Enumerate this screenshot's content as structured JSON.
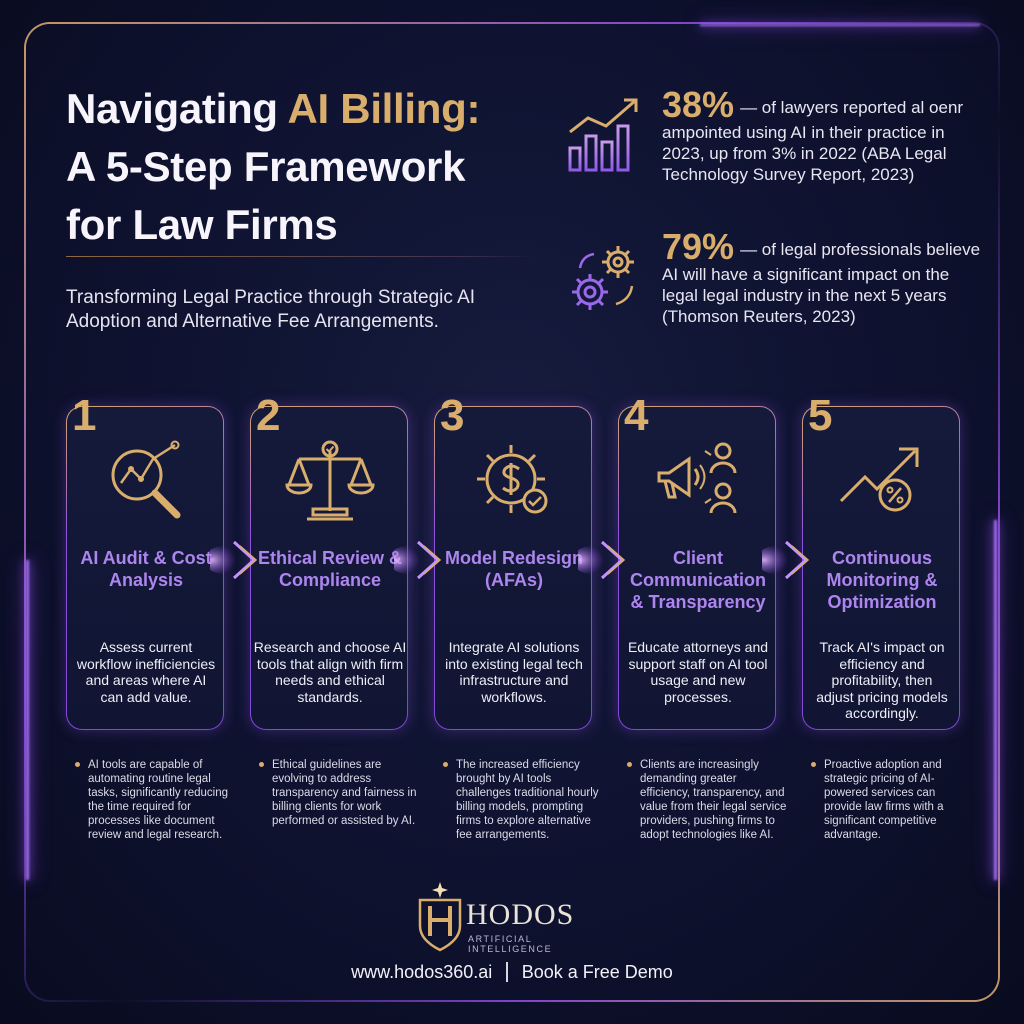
{
  "title": {
    "line1_pre": "Navigating ",
    "line1_gold": "AI Billing:",
    "line2": "A 5-Step Framework",
    "line3": "for Law Firms"
  },
  "subtitle": "Transforming Legal Practice through Strategic AI Adoption and Alternative Fee Arrangements.",
  "stats": [
    {
      "icon": "bar-chart-growth-icon",
      "percent": "38%",
      "text": "— of lawyers reported al oenr ampointed using AI in their practice in 2023, up from 3% in 2022 (ABA Legal Technology Survey Report, 2023)"
    },
    {
      "icon": "gears-icon",
      "percent": "79%",
      "text": "— of legal professionals believe AI will have a significant impact on the legal legal industry in the next 5 years (Thomson Reuters, 2023)"
    }
  ],
  "steps": [
    {
      "number": "1",
      "icon": "magnifier-chart-icon",
      "title": "AI Audit & Cost Analysis",
      "description": "Assess current workflow inefficiencies and areas where AI can add value.",
      "bullet": "AI tools are capable of automating routine legal tasks, significantly reducing the time required for processes like document review and legal research."
    },
    {
      "number": "2",
      "icon": "scales-of-justice-icon",
      "title": "Ethical Review & Compliance",
      "description": "Research and choose AI tools that align with firm needs and ethical standards.",
      "bullet": "Ethical guidelines are evolving to address transparency and fairness in billing clients for work performed or assisted by AI."
    },
    {
      "number": "3",
      "icon": "dollar-gear-icon",
      "title": "Model Redesign (AFAs)",
      "description": "Integrate AI solutions into existing legal tech infrastructure and workflows.",
      "bullet": "The increased efficiency brought by AI tools challenges traditional hourly billing models, prompting firms to explore alternative fee arrangements."
    },
    {
      "number": "4",
      "icon": "megaphone-people-icon",
      "title": "Client Communication & Transparency",
      "description": "Educate attorneys and support staff on AI tool usage and new processes.",
      "bullet": "Clients are increasingly demanding greater efficiency, transparency, and value from their legal service providers, pushing firms to adopt technologies like AI."
    },
    {
      "number": "5",
      "icon": "trend-arrow-percent-icon",
      "title": "Continuous Monitoring & Optimization",
      "description": "Track AI's impact on efficiency and profitability, then adjust pricing models accordingly.",
      "bullet": "Proactive adoption and strategic pricing of AI-powered services can provide law firms with a significant competitive advantage."
    }
  ],
  "brand": {
    "name": "HODOS",
    "tagline": "ARTIFICIAL INTELLIGENCE"
  },
  "footer": {
    "website": "www.hodos360.ai",
    "cta": "Book a Free Demo"
  },
  "colors": {
    "gold": "#d9ae6c",
    "purple": "#ad85ee",
    "background": "#0c0f26"
  }
}
